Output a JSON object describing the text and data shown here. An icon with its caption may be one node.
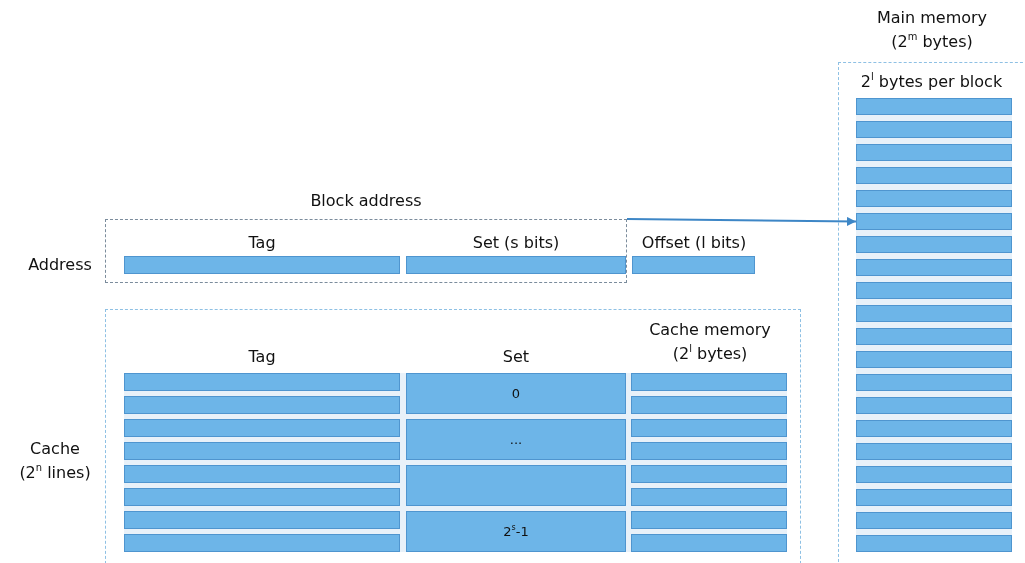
{
  "diagram": {
    "nodes": [
      {
        "text": [
          "Main memory (2$^{m}$ bytes)",
          "2$^{l}$ bytes per block"
        ]
      },
      {
        "text": [],
        "shape": "bar",
        "in": 0
      },
      {
        "text": [],
        "shape": "bar",
        "in": 0
      },
      {
        "text": [],
        "shape": "bar",
        "in": 0
      },
      {
        "text": [],
        "shape": "bar",
        "in": 0
      },
      {
        "text": [],
        "shape": "bar",
        "in": 0
      },
      {
        "text": [],
        "shape": "bar",
        "in": 0
      },
      {
        "text": [],
        "shape": "bar",
        "in": 0
      },
      {
        "text": [],
        "shape": "bar",
        "in": 0
      },
      {
        "text": [],
        "shape": "bar",
        "in": 0
      },
      {
        "text": [],
        "shape": "bar",
        "in": 0
      },
      {
        "text": [],
        "shape": "bar",
        "in": 0
      },
      {
        "text": [],
        "shape": "bar",
        "in": 0
      },
      {
        "text": [],
        "shape": "bar",
        "in": 0
      },
      {
        "text": [],
        "shape": "bar",
        "in": 0
      },
      {
        "text": [],
        "shape": "bar",
        "in": 0
      },
      {
        "text": [],
        "shape": "bar",
        "in": 0
      },
      {
        "text": [],
        "shape": "bar",
        "in": 0
      },
      {
        "text": [],
        "shape": "bar",
        "in": 0
      },
      {
        "text": [],
        "shape": "bar",
        "in": 0
      },
      {
        "text": [],
        "shape": "bar",
        "in": 0
      },
      {
        "text": [
          "Block address"
        ]
      },
      {
        "text": [
          "Tag"
        ],
        "in": 21
      },
      {
        "text": [
          "Set (s bits)"
        ],
        "in": 21
      },
      {
        "text": [
          "Offset (l bits)"
        ]
      },
      {
        "text": [],
        "shape": "box",
        "beside": [
          "Cache (2$^{n}$ lines)"
        ]
      },
      {
        "text": [],
        "shape": "bar",
        "in": 25
      },
      {
        "text": [],
        "shape": "bar",
        "in": 25
      },
      {
        "text": [],
        "shape": "bar",
        "in": 25
      },
      {
        "text": [],
        "shape": "bar",
        "in": 25
      },
      {
        "text": [],
        "shape": "bar",
        "in": 25
      },
      {
        "text": [],
        "shape": "bar",
        "in": 25
      },
      {
        "text": [],
        "shape": "bar",
        "in": 25
      },
      {
        "text": [],
        "shape": "bar",
        "in": 25
      },
      {
        "text": [
          "0"
        ],
        "in": 25
      },
      {
        "text": [
          "..."
        ],
        "in": 25
      },
      {
        "text": [],
        "shape": "box",
        "in": 25
      },
      {
        "text": [
          "2$^{s}$-1"
        ],
        "in": 25
      },
      {
        "text": [],
        "shape": "bar",
        "in": 25
      },
      {
        "text": [],
        "shape": "bar",
        "in": 25
      },
      {
        "text": [],
        "shape": "bar",
        "in": 25
      },
      {
        "text": [],
        "shape": "bar",
        "in": 25
      },
      {
        "text": [],
        "shape": "bar",
        "in": 25
      },
      {
        "text": [],
        "shape": "bar",
        "in": 25
      },
      {
        "text": [],
        "shape": "bar",
        "in": 25
      },
      {
        "text": [],
        "shape": "bar",
        "in": 25
      }
    ],
    "edges": [
      {
        "from": 21,
        "to": 6,
        "arrow": "to"
      }
    ],
    "labels": [
      "Address",
      "Tag",
      "Set",
      "Cache memory (2$^{l}$ bytes)"
    ]
  }
}
